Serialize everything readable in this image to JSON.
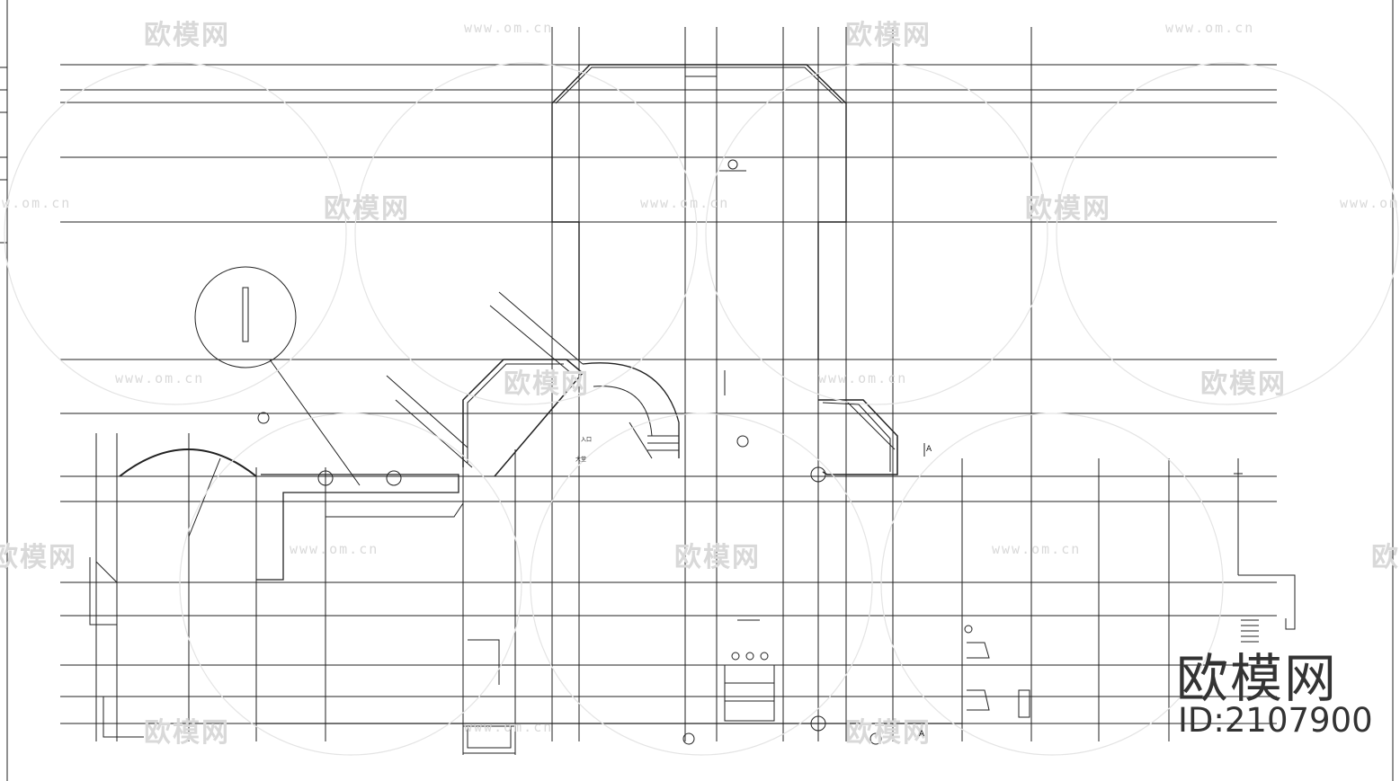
{
  "watermark": {
    "brand_cn": "欧模网",
    "url": "www.om.cn"
  },
  "branding": {
    "name": "欧模网",
    "id_label": "ID:2107900"
  },
  "annotations": {
    "entry_a": "A",
    "entry_a2": "A",
    "room_label_1": "入口",
    "room_label_2": "大堂"
  }
}
